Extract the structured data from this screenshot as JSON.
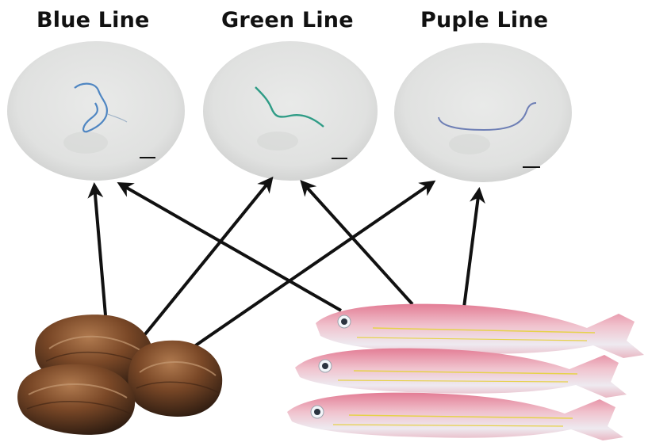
{
  "titles": {
    "blue": "Blue Line",
    "green": "Green Line",
    "purple": "Puple Line"
  },
  "colors": {
    "blue_fiber": "#4f86c2",
    "green_fiber": "#2f9c86",
    "purple_fiber": "#6e7fb5",
    "dish": "#e4e5e4",
    "arrow": "#111111",
    "clam_shell": "#6b3f22",
    "fish_body": "#e9a0b0"
  },
  "links": [
    {
      "from": "clams",
      "to": "blue-line"
    },
    {
      "from": "clams",
      "to": "green-line"
    },
    {
      "from": "clams",
      "to": "purple-line"
    },
    {
      "from": "fish",
      "to": "blue-line"
    },
    {
      "from": "fish",
      "to": "green-line"
    },
    {
      "from": "fish",
      "to": "purple-line"
    }
  ]
}
